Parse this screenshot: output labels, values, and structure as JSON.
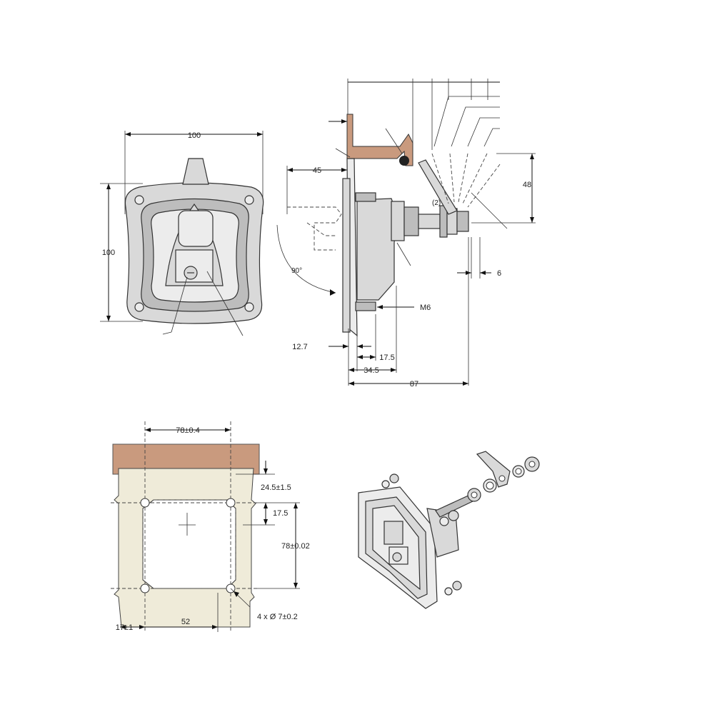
{
  "colors": {
    "plate_copper": "#c99a7e",
    "panel_fill": "#efebd9",
    "part_fill": "#d9d9d9",
    "line": "#111111"
  },
  "front_view": {
    "width_label": "100",
    "height_label": "100"
  },
  "side_view": {
    "d45": "45",
    "d48": "48",
    "d6": "6",
    "m6": "M6",
    "d12_7": "12.7",
    "d17_5": "17.5",
    "d34_5": "34.5",
    "d87": "87",
    "angle": "90°",
    "marker_2": "(2)"
  },
  "cutout_view": {
    "d78_04": "78±0.4",
    "d24_5": "24.5±1.5",
    "d17_5": "17.5",
    "d78_002": "78±0.02",
    "d17_1": "17±1",
    "d52": "52",
    "holes": "4 x Ø 7±0.2"
  },
  "iso_view": {
    "icons": [
      "latch-body-icon",
      "washer-icon",
      "nut-icon",
      "cam-icon"
    ]
  }
}
